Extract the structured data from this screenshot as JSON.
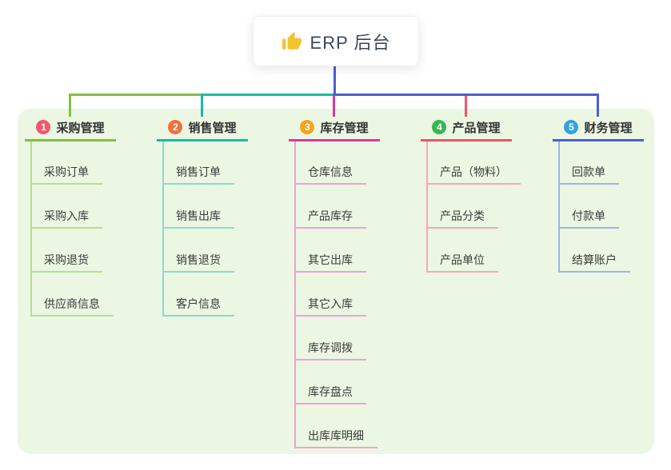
{
  "root": {
    "label": "ERP 后台",
    "icon": "thumbs-up-icon",
    "icon_color": "#f2c230",
    "connector_color": "#4a5fd3"
  },
  "panel_color": "#ebf7e3",
  "branches": [
    {
      "num": "1",
      "label": "采购管理",
      "badge_color": "#f0586f",
      "line_color": "#84be42",
      "sub_line_color": "#b9dc96",
      "children": [
        "采购订单",
        "采购入库",
        "采购退货",
        "供应商信息"
      ]
    },
    {
      "num": "2",
      "label": "销售管理",
      "badge_color": "#f1703b",
      "line_color": "#16bca4",
      "sub_line_color": "#8adbcd",
      "children": [
        "销售订单",
        "销售出库",
        "销售退货",
        "客户信息"
      ]
    },
    {
      "num": "3",
      "label": "库存管理",
      "badge_color": "#f5a51d",
      "line_color": "#da38a0",
      "sub_line_color": "#f0a0d2",
      "children": [
        "仓库信息",
        "产品库存",
        "其它出库",
        "其它入库",
        "库存调拨",
        "库存盘点",
        "出库库明细"
      ]
    },
    {
      "num": "4",
      "label": "产品管理",
      "badge_color": "#38b853",
      "line_color": "#f25565",
      "sub_line_color": "#f8a8ae",
      "children": [
        "产品（物料）",
        "产品分类",
        "产品单位"
      ]
    },
    {
      "num": "5",
      "label": "财务管理",
      "badge_color": "#33a3dc",
      "line_color": "#4a5fd3",
      "sub_line_color": "#a3b0e8",
      "children": [
        "回款单",
        "付款单",
        "结算账户"
      ]
    }
  ]
}
